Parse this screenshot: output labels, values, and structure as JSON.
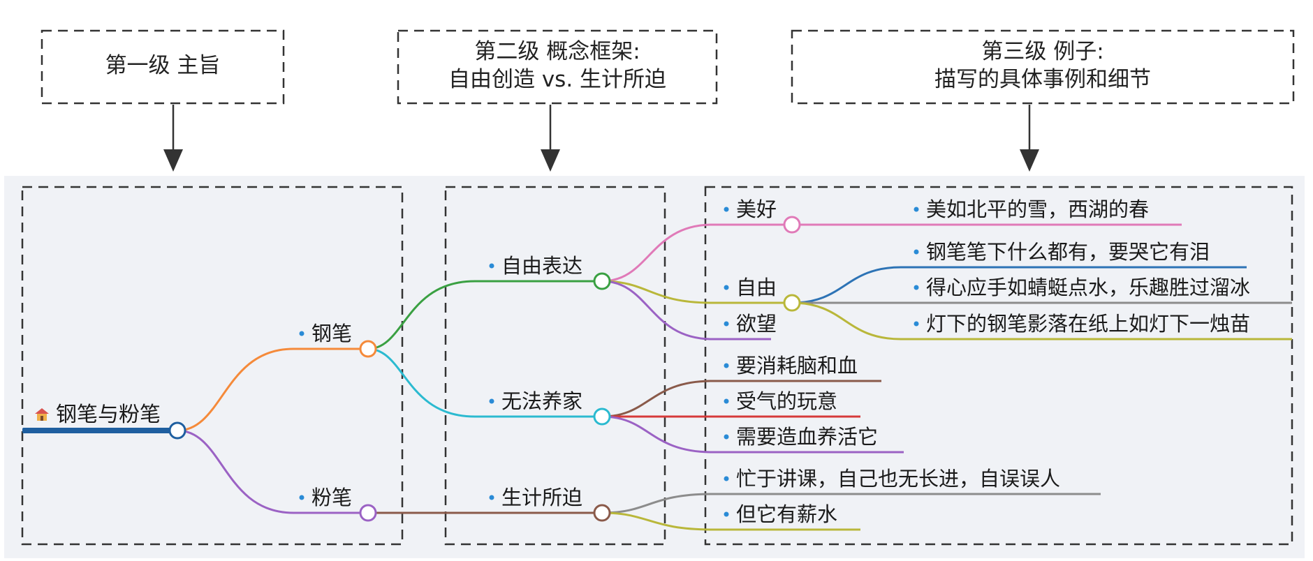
{
  "header_boxes": [
    {
      "lines": [
        "第一级 主旨"
      ]
    },
    {
      "lines": [
        "第二级 概念框架:",
        "自由创造 vs. 生计所迫"
      ]
    },
    {
      "lines": [
        "第三级 例子:",
        "描写的具体事例和细节"
      ]
    }
  ],
  "mindmap": {
    "root": {
      "icon": "house-icon",
      "label": "钢笔与粉笔",
      "color": "#1f5fa0"
    },
    "level1": [
      {
        "label": "钢笔",
        "color": "#f58a3a"
      },
      {
        "label": "粉笔",
        "color": "#9b62c4"
      }
    ],
    "level2": [
      {
        "label": "自由表达",
        "color": "#3aa042"
      },
      {
        "label": "无法养家",
        "color": "#2bbad0"
      },
      {
        "label": "生计所迫",
        "color": "#8a5a4a"
      }
    ],
    "level3": [
      {
        "label": "美好",
        "color": "#e07ab8"
      },
      {
        "label": "自由",
        "color": "#b9b73a"
      },
      {
        "label": "欲望",
        "color": "#9b62c4"
      },
      {
        "label": "要消耗脑和血",
        "color": "#8a5a4a"
      },
      {
        "label": "受气的玩意",
        "color": "#d63a3a"
      },
      {
        "label": "需要造血养活它",
        "color": "#9b62c4"
      },
      {
        "label": "忙于讲课，自己也无长进，自误误人",
        "color": "#8c8c8c"
      },
      {
        "label": "但它有薪水",
        "color": "#b9b73a"
      }
    ],
    "level4": [
      {
        "label": "美如北平的雪，西湖的春",
        "color": "#e07ab8"
      },
      {
        "label": "钢笔笔下什么都有，要哭它有泪",
        "color": "#2d73b5"
      },
      {
        "label": "得心应手如蜻蜓点水，乐趣胜过溜冰",
        "color": "#8c8c8c"
      },
      {
        "label": "灯下的钢笔影落在纸上如灯下一烛苗",
        "color": "#b9b73a"
      }
    ]
  }
}
